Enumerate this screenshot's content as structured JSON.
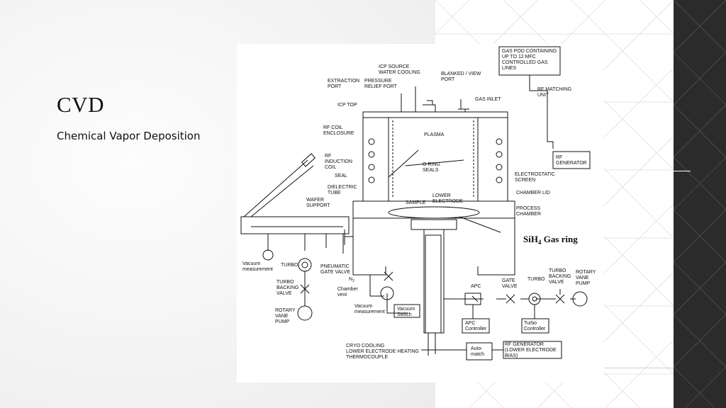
{
  "slide": {
    "title": "CVD",
    "subtitle": "Chemical Vapor Deposition"
  },
  "diagram": {
    "labels": {
      "gas_pod": [
        "GAS POD CONTAINING",
        "UP TO 12 MFC",
        "CONTROLLED GAS",
        "LINES"
      ],
      "icp_source": [
        "ICP SOURCE",
        "WATER COOLING"
      ],
      "blanked_port": [
        "BLANKED / VIEW",
        "PORT"
      ],
      "extraction_port": [
        "EXTRACTION",
        "PORT"
      ],
      "pressure_relief": [
        "PRESSURE",
        "RELIEF PORT"
      ],
      "rf_matching": [
        "RF MATCHING",
        "UNIT"
      ],
      "gas_inlet": "GAS INLET",
      "icp_top": "ICP TOP",
      "rf_coil": [
        "RF COIL",
        "ENCLOSURE"
      ],
      "plasma": "PLASMA",
      "rf_generator": [
        "RF",
        "GENERATOR"
      ],
      "rf_induction": [
        "RF",
        "INDUCTION",
        "COIL"
      ],
      "o_ring": [
        "O RING",
        "SEALS"
      ],
      "electrostatic": [
        "ELECTROSTATIC",
        "SCREEN"
      ],
      "seal": "SEAL",
      "dielectric": [
        "DIELECTRIC",
        "TUBE"
      ],
      "chamber_lid": "CHAMBER LID",
      "wafer_support": [
        "WAFER",
        "SUPPORT"
      ],
      "lower_electrode": [
        "LOWER",
        "ELECTRODE"
      ],
      "sample": "SAMPLE",
      "process_chamber": [
        "PROCESS",
        "CHAMBER"
      ],
      "gas_ring": "SiH",
      "gas_ring_sub": "4",
      "gas_ring_rest": " Gas ring",
      "vacuum_measurement_left": [
        "Vacuum",
        "measurement"
      ],
      "turbo_left": "TURBO",
      "pneumatic_gate": [
        "PNEUMATIC",
        "GATE VALVE"
      ],
      "n2": "N",
      "n2_sub": "2",
      "turbo_backing_left": [
        "TURBO",
        "BACKING",
        "VALVE"
      ],
      "chamber_vent": [
        "Chamber",
        "vent"
      ],
      "vacuum_measurement_mid": [
        "Vacuum",
        "measurement"
      ],
      "vacuum_switch": [
        "Vacuum",
        "Switch"
      ],
      "rotary_left": [
        "ROTARY",
        "VANE",
        "PUMP"
      ],
      "apc": "APC",
      "gate_valve": [
        "GATE",
        "VALVE"
      ],
      "turbo_right": "TURBO",
      "turbo_backing_right": [
        "TURBO",
        "BACKING",
        "VALVE"
      ],
      "rotary_right": [
        "ROTARY",
        "VANE",
        "PUMP"
      ],
      "apc_controller": [
        "APC",
        "Controller"
      ],
      "turbo_controller": [
        "Turbo",
        "Controller"
      ],
      "cryo": [
        "CRYO COOLING",
        "LOWER ELECTRODE HEATING",
        "THERMOCOUPLE"
      ],
      "automatch": [
        "Auto-",
        "match"
      ],
      "rf_gen_lower": [
        "RF GENERATOR",
        "(LOWER ELECTRODE",
        "BIAS)"
      ]
    }
  },
  "colors": {
    "ink": "#111111",
    "strip": "#2b2b2b",
    "pattern_bg": "#ffffff",
    "pattern_line": "#e2e2e2"
  }
}
